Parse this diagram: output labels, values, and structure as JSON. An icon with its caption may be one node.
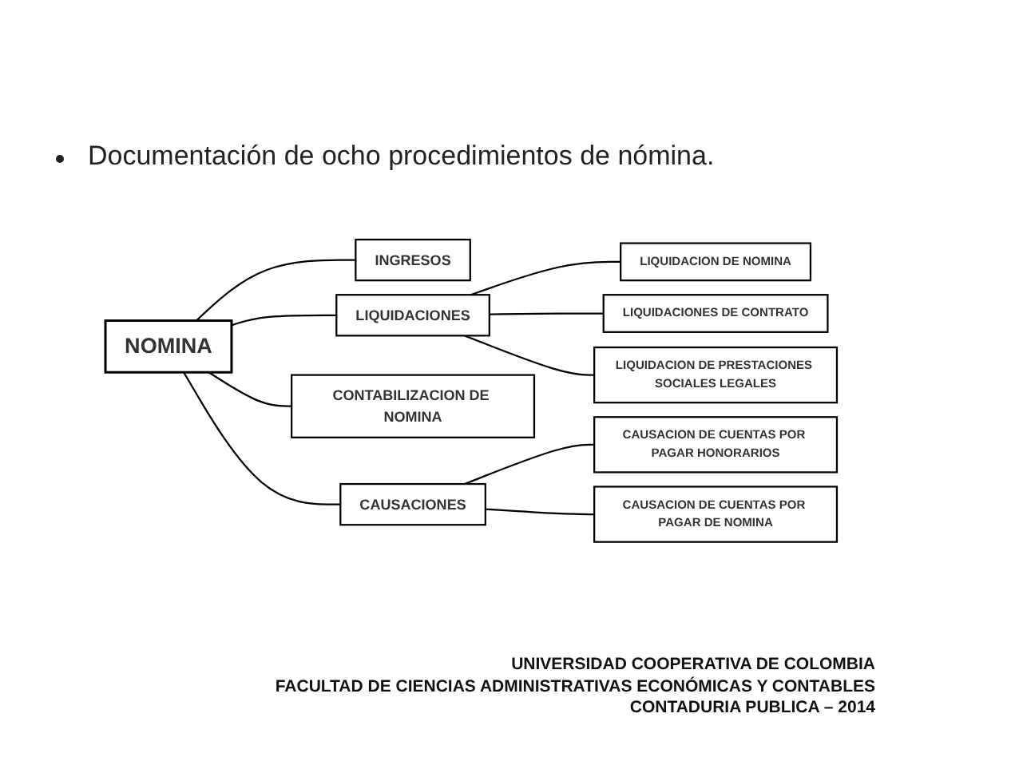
{
  "diagram": {
    "title": "Documentación de ocho procedimientos de nómina.",
    "nodes": [
      {
        "text": [
          "NOMINA"
        ]
      },
      {
        "text": [
          "INGRESOS"
        ]
      },
      {
        "text": [
          "LIQUIDACIONES"
        ]
      },
      {
        "text": [
          "CONTABILIZACION DE NOMINA"
        ]
      },
      {
        "text": [
          "CAUSACIONES"
        ]
      },
      {
        "text": [
          "LIQUIDACION DE NOMINA"
        ]
      },
      {
        "text": [
          "LIQUIDACIONES DE CONTRATO"
        ]
      },
      {
        "text": [
          "LIQUIDACION DE PRESTACIONES SOCIALES LEGALES"
        ]
      },
      {
        "text": [
          "CAUSACION DE CUENTAS POR PAGAR HONORARIOS"
        ]
      },
      {
        "text": [
          "CAUSACION DE CUENTAS POR PAGAR DE NOMINA"
        ]
      }
    ],
    "edges": [
      {
        "from": 0,
        "to": 1,
        "arrow": "none"
      },
      {
        "from": 0,
        "to": 2,
        "arrow": "none"
      },
      {
        "from": 0,
        "to": 3,
        "arrow": "none"
      },
      {
        "from": 0,
        "to": 4,
        "arrow": "none"
      },
      {
        "from": 2,
        "to": 5,
        "arrow": "none"
      },
      {
        "from": 2,
        "to": 6,
        "arrow": "none"
      },
      {
        "from": 2,
        "to": 7,
        "arrow": "none"
      },
      {
        "from": 4,
        "to": 8,
        "arrow": "none"
      },
      {
        "from": 4,
        "to": 9,
        "arrow": "none"
      }
    ],
    "labels": [
      "UNIVERSIDAD COOPERATIVA DE COLOMBIA",
      "FACULTAD DE CIENCIAS ADMINISTRATIVAS ECONÓMICAS Y CONTABLES",
      "CONTADURIA PUBLICA – 2014"
    ]
  }
}
